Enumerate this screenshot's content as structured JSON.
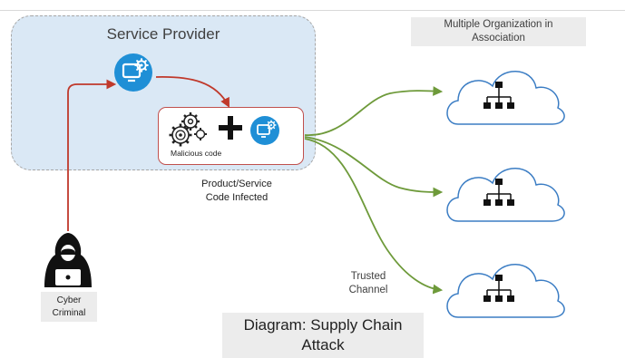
{
  "provider": {
    "title": "Service Provider"
  },
  "infected_box": {
    "malicious_label": "Malicious code"
  },
  "infected_caption": {
    "line1": "Product/Service",
    "line2": "Code Infected"
  },
  "organizations": {
    "label_line1": "Multiple Organization in",
    "label_line2": "Association",
    "count": 3
  },
  "channel": {
    "line1": "Trusted",
    "line2": "Channel"
  },
  "criminal": {
    "line1": "Cyber",
    "line2": "Criminal"
  },
  "caption": {
    "line1": "Diagram: Supply Chain",
    "line2": "Attack"
  },
  "colors": {
    "provider_fill": "#dae8f5",
    "attack_arrow": "#c0392b",
    "trusted_arrow": "#6e9a3a",
    "app_icon": "#1f8fd6",
    "label_bg": "#ececec"
  },
  "icons": {
    "app": "monitor-gear-icon",
    "malware": "gears-icon",
    "plus": "plus-icon",
    "org": "cloud-org-chart-icon",
    "criminal": "hooded-hacker-icon"
  }
}
